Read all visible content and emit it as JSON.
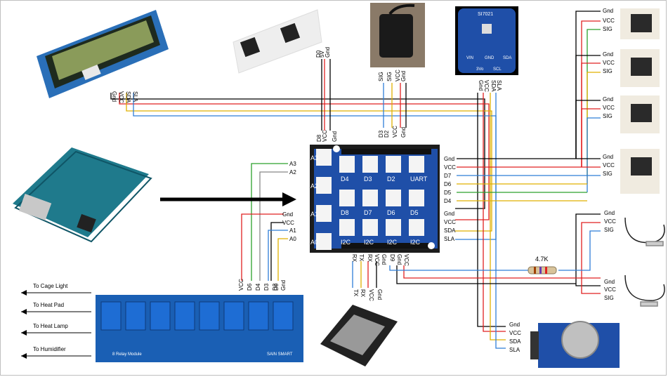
{
  "colors": {
    "black": "#000000",
    "red": "#e02020",
    "yellow": "#e0b000",
    "blue": "#2f7ed8",
    "green": "#2ca02c",
    "gray": "#888888",
    "board_blue": "#1f4fa8",
    "relay_blue": "#1a5fb4"
  },
  "led_strip": {
    "pins": [
      "D0",
      "5V",
      "Gnd"
    ]
  },
  "lcd": {
    "pins": [
      "Gnd",
      "VCC",
      "SDA",
      "SLA"
    ]
  },
  "light_sensor": {
    "pins": [
      "SIG",
      "SIG",
      "VCC",
      "Gnd"
    ]
  },
  "si7021": {
    "title": "SI7021",
    "pins": [
      "Gnd",
      "VCC",
      "SDA",
      "SLA"
    ],
    "board_labels": [
      "VIN",
      "GND",
      "SDA",
      "3Vo",
      "SCL"
    ]
  },
  "shield": {
    "top_pins": [
      "D8",
      "VCC",
      "Gnd",
      "D3",
      "D2",
      "VCC",
      "Gnd"
    ],
    "left_pins": [
      "A3",
      "A2",
      "Gnd",
      "VCC",
      "A1",
      "A0"
    ],
    "right_pins_upper": [
      "Gnd",
      "VCC",
      "D7",
      "D6",
      "D5",
      "D4"
    ],
    "right_pins_lower": [
      "Gnd",
      "VCC",
      "SDA",
      "SLA"
    ],
    "bottom_pins_left": [
      "RX",
      "TX",
      "RX",
      "VCC",
      "Gnd"
    ],
    "bottom_pins_right": [
      "D9",
      "Gnd",
      "VCC"
    ],
    "port_labels": [
      "D4",
      "D3",
      "D2",
      "UART",
      "D8",
      "D7",
      "D6",
      "D5",
      "I2C",
      "I2C",
      "I2C",
      "I2C"
    ],
    "side_labels": [
      "A3",
      "A2",
      "A1",
      "A0"
    ]
  },
  "relay": {
    "pins": [
      "VCC",
      "D6",
      "D4",
      "D3",
      "D2",
      "D0",
      "Gnd"
    ],
    "module_label": "8 Relay Module",
    "brand": "SAIN SMART"
  },
  "esp": {
    "pins": [
      "TX",
      "RX",
      "VCC",
      "Gnd"
    ]
  },
  "sensors_right": [
    {
      "pins": [
        "Gnd",
        "VCC",
        "SIG"
      ]
    },
    {
      "pins": [
        "Gnd",
        "VCC",
        "SIG"
      ]
    },
    {
      "pins": [
        "Gnd",
        "VCC",
        "SIG"
      ]
    },
    {
      "pins": [
        "Gnd",
        "VCC",
        "SIG"
      ]
    }
  ],
  "probes": [
    {
      "pins": [
        "Gnd",
        "VCC",
        "SIG"
      ]
    },
    {
      "pins": [
        "Gnd",
        "VCC",
        "SIG"
      ]
    }
  ],
  "resistor": {
    "label": "4.7K"
  },
  "rtc": {
    "pins": [
      "Gnd",
      "VCC",
      "SDA",
      "SLA"
    ]
  },
  "outputs": [
    "To Cage Light",
    "To Heat Pad",
    "To Heat Lamp",
    "To Humidifier"
  ]
}
